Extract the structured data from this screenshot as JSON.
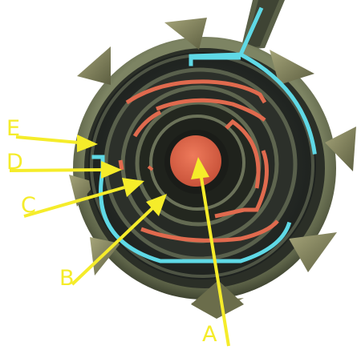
{
  "labels": {
    "a": "A",
    "b": "B",
    "c": "C",
    "d": "D",
    "e": "E"
  },
  "colors": {
    "pointer": "#f5ec2a",
    "outer_path": "#5fd9e6",
    "inner_path": "#e06a4e",
    "core": "#e3694c",
    "spike": "#8f8f68",
    "rim": "#6f7553",
    "background": "#ffffff"
  },
  "icons": {
    "rim_spike": "cone-spike-icon",
    "center_core": "core-disc-icon",
    "pointer": "arrow-pointer-icon"
  }
}
